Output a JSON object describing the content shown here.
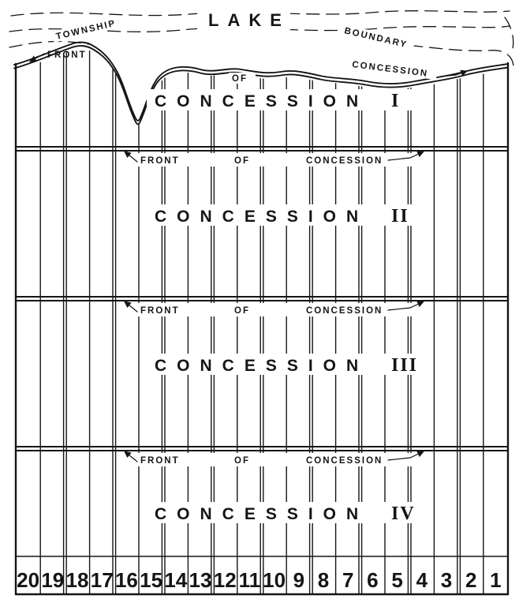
{
  "lake_label": "LAKE",
  "boundary_labels": {
    "township": "TOWNSHIP",
    "boundary": "BOUNDARY"
  },
  "front_of_concession": {
    "front": "FRONT",
    "of": "OF",
    "concession": "CONCESSION"
  },
  "concessions": [
    {
      "word": "CONCESSION",
      "numeral": "I"
    },
    {
      "word": "CONCESSION",
      "numeral": "II"
    },
    {
      "word": "CONCESSION",
      "numeral": "III"
    },
    {
      "word": "CONCESSION",
      "numeral": "IV"
    }
  ],
  "lots": {
    "numbers": [
      "20",
      "19",
      "18",
      "17",
      "16",
      "15",
      "14",
      "13",
      "12",
      "11",
      "10",
      "9",
      "8",
      "7",
      "6",
      "5",
      "4",
      "3",
      "2",
      "1"
    ]
  },
  "colors": {
    "ink": "#151515",
    "paper": "#ffffff"
  }
}
